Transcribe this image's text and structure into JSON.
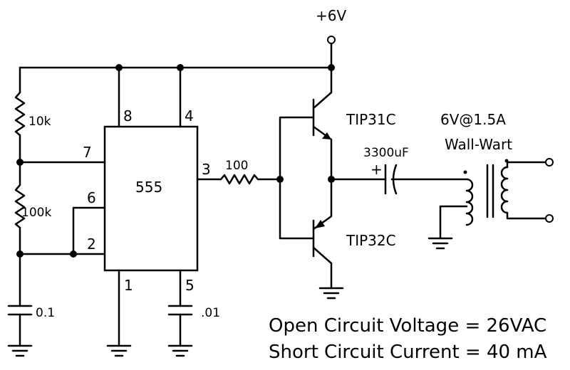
{
  "supply": {
    "label": "+6V"
  },
  "ic": {
    "name": "555"
  },
  "pins": {
    "p1": "1",
    "p2": "2",
    "p3": "3",
    "p4": "4",
    "p5": "5",
    "p6": "6",
    "p7": "7",
    "p8": "8"
  },
  "components": {
    "r1": "10k",
    "r2": "100k",
    "r3": "100",
    "c_timing": "0.1",
    "c_control": ".01",
    "c_output": "3300uF",
    "c_output_polarity": "+",
    "q_npn": "TIP31C",
    "q_pnp": "TIP32C",
    "transformer_rating": "6V@1.5A",
    "transformer_name": "Wall-Wart"
  },
  "notes": {
    "line1": "Open Circuit Voltage = 26VAC",
    "line2": "Short Circuit Current = 40 mA"
  }
}
